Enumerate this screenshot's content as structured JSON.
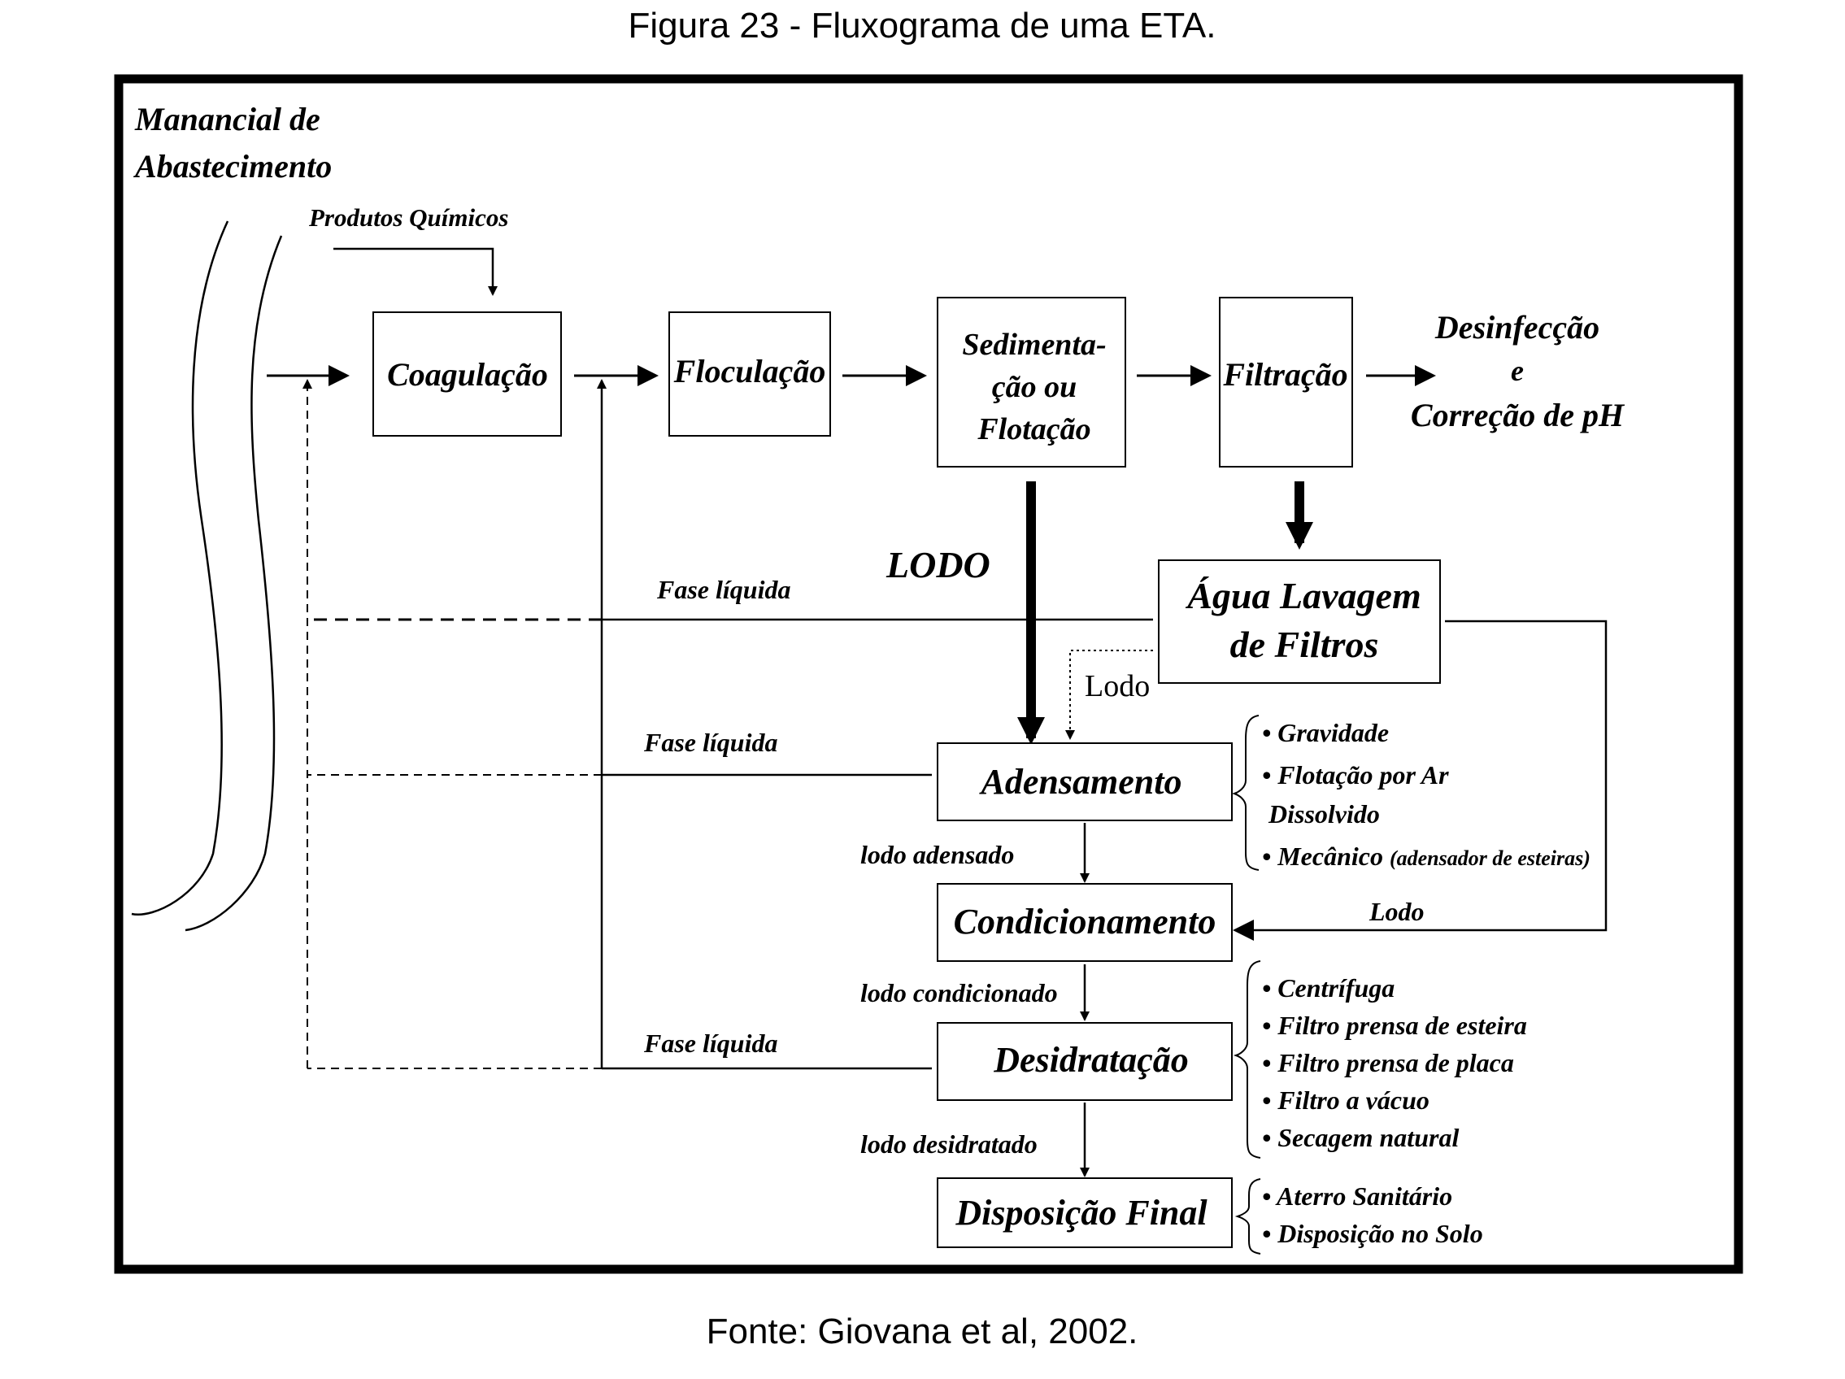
{
  "figure": {
    "caption": "Figura 23 - Fluxograma de uma ETA.",
    "source": "Fonte: Giovana et al, 2002."
  },
  "diagram": {
    "manancial": [
      "Manancial de",
      "Abastecimento"
    ],
    "produtos_quimicos": "Produtos Químicos",
    "nodes": {
      "coagulacao": "Coagulação",
      "floculacao": "Floculação",
      "sedimentacao": [
        "Sedimenta-",
        "ção ou",
        "Flotação"
      ],
      "filtracao": "Filtração",
      "desinfeccao": [
        "Desinfecção",
        "e",
        "Correção de pH"
      ],
      "agua_lavagem": [
        "Água Lavagem",
        "de Filtros"
      ],
      "adensamento": "Adensamento",
      "condicionamento": "Condicionamento",
      "desidratacao": "Desidratação",
      "disposicao": "Disposição Final"
    },
    "labels": {
      "lodo_big": "LODO",
      "fase_liquida_1": "Fase líquida",
      "fase_liquida_2": "Fase líquida",
      "fase_liquida_3": "Fase líquida",
      "lodo_small": "Lodo",
      "lodo_right": "Lodo",
      "lodo_adensado": "lodo adensado",
      "lodo_condicionado": "lodo condicionado",
      "lodo_desidratado": "lodo desidratado"
    },
    "adensamento_methods": {
      "item1": "• Gravidade",
      "item2": "• Flotação por Ar",
      "item2b": "Dissolvido",
      "item3": "• Mecânico",
      "item3_note": "(adensador de esteiras)"
    },
    "desidratacao_methods": [
      "• Centrífuga",
      "• Filtro prensa de esteira",
      "• Filtro prensa de placa",
      "• Filtro a vácuo",
      "• Secagem natural"
    ],
    "disposicao_methods": [
      "• Aterro Sanitário",
      "• Disposição no Solo"
    ]
  }
}
